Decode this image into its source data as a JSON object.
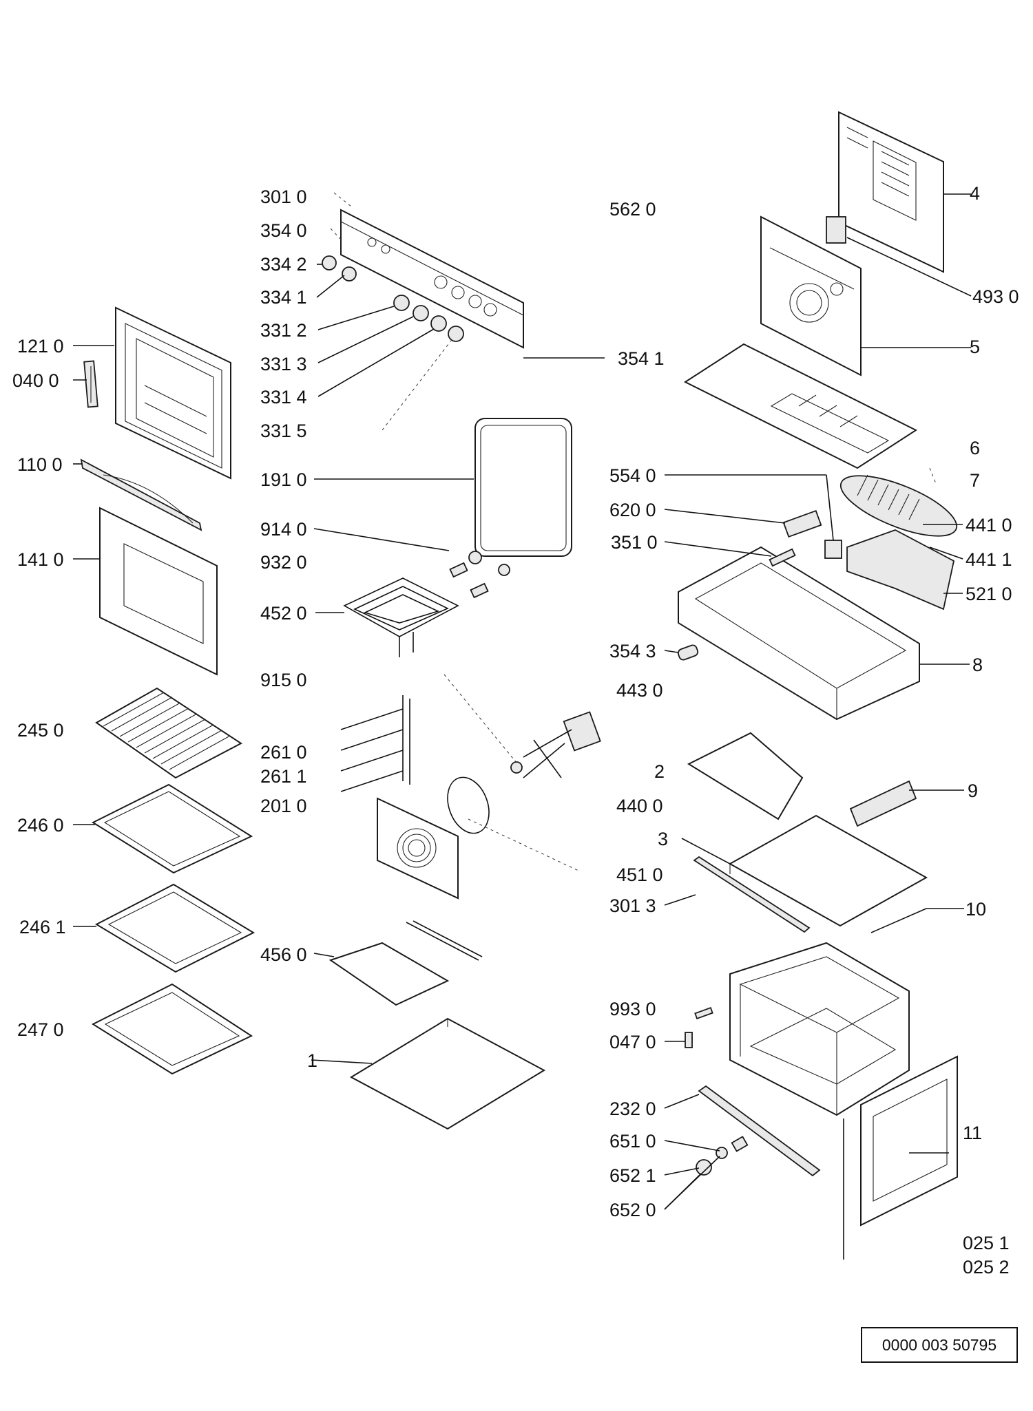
{
  "labels": {
    "l3010": "301 0",
    "l3540": "354 0",
    "l3342": "334 2",
    "l3341": "334 1",
    "l3312": "331 2",
    "l3313": "331 3",
    "l3314": "331 4",
    "l3315": "331 5",
    "l1210": "121 0",
    "l0400": "040 0",
    "l1100": "110 0",
    "l1410": "141 0",
    "l1910": "191 0",
    "l9140": "914 0",
    "l9320": "932 0",
    "l4520": "452 0",
    "l9150": "915 0",
    "l2450": "245 0",
    "l2610": "261 0",
    "l2611": "261 1",
    "l2010": "201 0",
    "l2460": "246 0",
    "l2461": "246 1",
    "l4560": "456 0",
    "l2470": "247 0",
    "l1": "1",
    "l5620": "562 0",
    "l4": "4",
    "l4930": "493 0",
    "l5": "5",
    "l3541": "354 1",
    "l6": "6",
    "l7": "7",
    "l5540": "554 0",
    "l6200": "620 0",
    "l4410": "441 0",
    "l4411": "441 1",
    "l3510": "351 0",
    "l5210": "521 0",
    "l3543": "354 3",
    "l8": "8",
    "l4430": "443 0",
    "l2": "2",
    "l9": "9",
    "l4400": "440 0",
    "l3": "3",
    "l4510": "451 0",
    "l3013": "301 3",
    "l10": "10",
    "l9930": "993 0",
    "l0470": "047 0",
    "l2320": "232 0",
    "l6510": "651 0",
    "l11": "11",
    "l6521": "652 1",
    "l6520": "652 0",
    "l0251": "025 1",
    "l0252": "025 2"
  },
  "reference": "0000 003 50795"
}
